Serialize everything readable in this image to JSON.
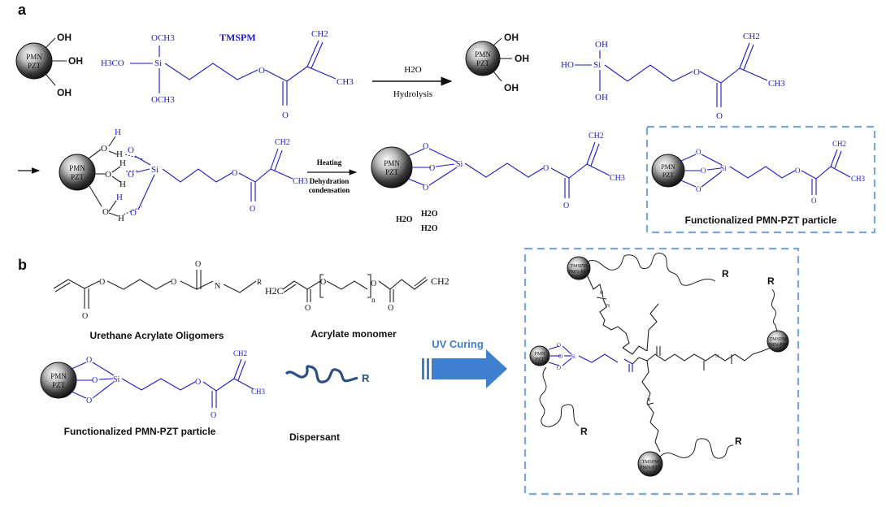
{
  "panels": {
    "a": "a",
    "b": "b"
  },
  "particle": {
    "line1": "PMN",
    "line2": "PZT"
  },
  "small_particle": {
    "line1": "PMN",
    "line2": "PZT"
  },
  "tmspm_particle": {
    "line1": "TMSPM",
    "line2": "PMN-PZT"
  },
  "groups": {
    "oh": "OH",
    "och3": "OCH3",
    "h3co": "H3CO",
    "ch2": "CH2",
    "ch3": "CH3",
    "si": "Si",
    "o": "O",
    "h": "H",
    "ho": "HO",
    "h2c": "H2C",
    "n": "N",
    "n_sub": "n"
  },
  "reagent": {
    "tmspm": "TMSPM"
  },
  "arrow1": {
    "top": "H2O",
    "bottom": "Hydrolysis"
  },
  "arrow2": {
    "line1": "Heating",
    "line2": "Dehydration",
    "line3": "condensation"
  },
  "water": {
    "w1": "H2O",
    "w2": "H2O",
    "w3": "H2O"
  },
  "captions": {
    "functionalized_top": "Functionalized PMN-PZT particle",
    "urethane": "Urethane Acrylate Oligomers",
    "acrylate": "Acrylate monomer",
    "functionalized_b": "Functionalized PMN-PZT particle",
    "dispersant": "Dispersant",
    "r": "R",
    "uv": "UV Curing"
  },
  "colors": {
    "blue_chem": "#1a1ac8",
    "dash_box": "#7aa7de",
    "uv_arrow": "#3f7fd0",
    "uv_text": "#3f7fd0"
  }
}
